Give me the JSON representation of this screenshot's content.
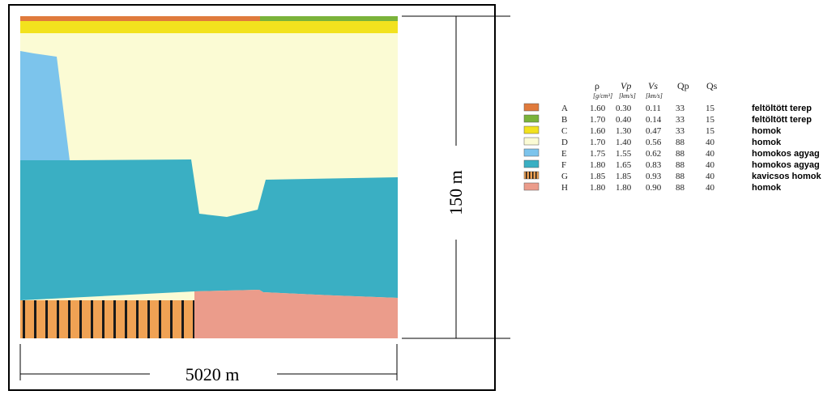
{
  "section": {
    "width_label": "5020 m",
    "height_label": "150 m"
  },
  "colors": {
    "A": "#e07a3c",
    "B": "#7ab33a",
    "C": "#f2e21e",
    "D": "#fbfbd4",
    "E": "#7cc4ec",
    "F": "#3aafc3",
    "G": "#f0a254",
    "H": "#eb9c8b"
  },
  "legend": {
    "headers": {
      "rho": "ρ",
      "rho_unit": "[g/cm³]",
      "vp": "Vp",
      "vp_unit": "[km/s]",
      "vs": "Vs",
      "vs_unit": "[km/s]",
      "qp": "Qp",
      "qs": "Qs"
    },
    "rows": [
      {
        "id": "A",
        "rho": "1.60",
        "vp": "0.30",
        "vs": "0.11",
        "qp": "33",
        "qs": "15",
        "name": "feltöltött terep"
      },
      {
        "id": "B",
        "rho": "1.70",
        "vp": "0.40",
        "vs": "0.14",
        "qp": "33",
        "qs": "15",
        "name": "feltöltött terep"
      },
      {
        "id": "C",
        "rho": "1.60",
        "vp": "1.30",
        "vs": "0.47",
        "qp": "33",
        "qs": "15",
        "name": "homok"
      },
      {
        "id": "D",
        "rho": "1.70",
        "vp": "1.40",
        "vs": "0.56",
        "qp": "88",
        "qs": "40",
        "name": "homok"
      },
      {
        "id": "E",
        "rho": "1.75",
        "vp": "1.55",
        "vs": "0.62",
        "qp": "88",
        "qs": "40",
        "name": "homokos agyag"
      },
      {
        "id": "F",
        "rho": "1.80",
        "vp": "1.65",
        "vs": "0.83",
        "qp": "88",
        "qs": "40",
        "name": "homokos agyag"
      },
      {
        "id": "G",
        "rho": "1.85",
        "vp": "1.85",
        "vs": "0.93",
        "qp": "88",
        "qs": "40",
        "name": "kavicsos homok"
      },
      {
        "id": "H",
        "rho": "1.80",
        "vp": "1.80",
        "vs": "0.90",
        "qp": "88",
        "qs": "40",
        "name": "homok"
      }
    ]
  }
}
